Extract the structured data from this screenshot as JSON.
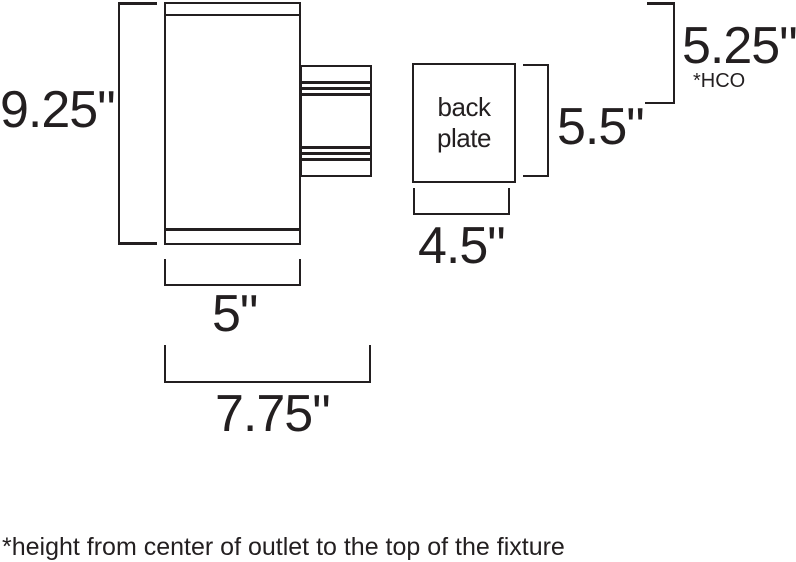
{
  "diagram": {
    "title_hint": "wall fixture dimension drawing",
    "dimensions": {
      "fixture_height": "9.25\"",
      "fixture_width": "5\"",
      "overall_depth": "7.75\"",
      "backplate_width": "4.5\"",
      "backplate_height": "5.5\"",
      "hco_height": "5.25\"",
      "hco_abbr": "*HCO"
    },
    "backplate": {
      "label_line1": "back",
      "label_line2": "plate"
    },
    "footnote": "*height from center of outlet to the top of the fixture",
    "colors": {
      "line": "#231f20",
      "background": "#ffffff"
    }
  }
}
